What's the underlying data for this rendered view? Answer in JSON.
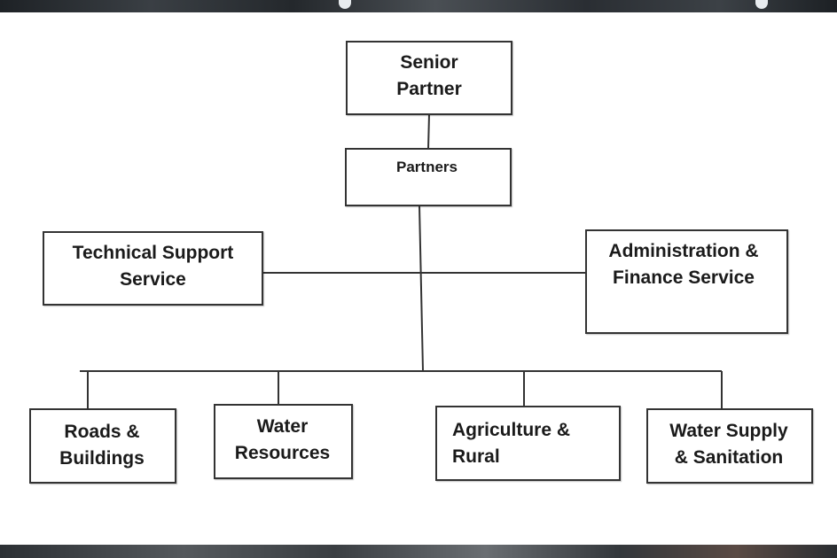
{
  "org_chart": {
    "senior_partner": "Senior\nPartner",
    "partners": "Partners",
    "technical_support": "Technical Support\nService",
    "admin_finance": "Administration &\nFinance Service",
    "divisions": [
      {
        "label": "Roads &\nBuildings"
      },
      {
        "label": "Water\nResources"
      },
      {
        "label": "Agriculture &\nRural"
      },
      {
        "label": "Water Supply\n& Sanitation"
      }
    ]
  },
  "colors": {
    "box_border": "#333333",
    "text": "#1a1a1a",
    "background": "#ffffff"
  }
}
